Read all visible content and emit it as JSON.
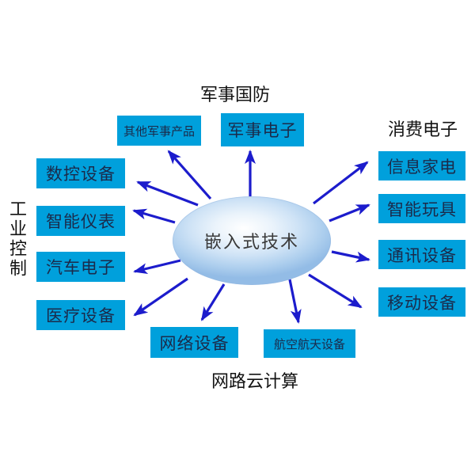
{
  "diagram": {
    "center": {
      "label": "嵌入式技术"
    },
    "groups": {
      "military": {
        "header": "军事国防",
        "items": [
          {
            "label": "其他军事产品"
          },
          {
            "label": "军事电子"
          }
        ]
      },
      "consumer": {
        "header": "消费电子",
        "items": [
          {
            "label": "信息家电"
          },
          {
            "label": "智能玩具"
          },
          {
            "label": "通讯设备"
          },
          {
            "label": "移动设备"
          }
        ]
      },
      "industrial": {
        "header": "工业控制",
        "items": [
          {
            "label": "数控设备"
          },
          {
            "label": "智能仪表"
          },
          {
            "label": "汽车电子"
          },
          {
            "label": "医疗设备"
          }
        ]
      },
      "cloud": {
        "header": "网路云计算",
        "items": [
          {
            "label": "网络设备"
          },
          {
            "label": "航空航天设备"
          }
        ]
      }
    },
    "edges": [
      {
        "from": "嵌入式技术",
        "to": "其他军事产品"
      },
      {
        "from": "嵌入式技术",
        "to": "军事电子"
      },
      {
        "from": "嵌入式技术",
        "to": "信息家电"
      },
      {
        "from": "嵌入式技术",
        "to": "智能玩具"
      },
      {
        "from": "嵌入式技术",
        "to": "通讯设备"
      },
      {
        "from": "嵌入式技术",
        "to": "移动设备"
      },
      {
        "from": "嵌入式技术",
        "to": "数控设备"
      },
      {
        "from": "嵌入式技术",
        "to": "智能仪表"
      },
      {
        "from": "嵌入式技术",
        "to": "汽车电子"
      },
      {
        "from": "嵌入式技术",
        "to": "医疗设备"
      },
      {
        "from": "嵌入式技术",
        "to": "网络设备"
      },
      {
        "from": "嵌入式技术",
        "to": "航空航天设备"
      }
    ],
    "colors": {
      "box_fill": "#00a0dc",
      "box_text": "#1b2a4a",
      "arrow": "#1c1ccc",
      "header_text": "#121212",
      "ellipse_text": "#3a3a3a",
      "background": "#ffffff"
    }
  }
}
